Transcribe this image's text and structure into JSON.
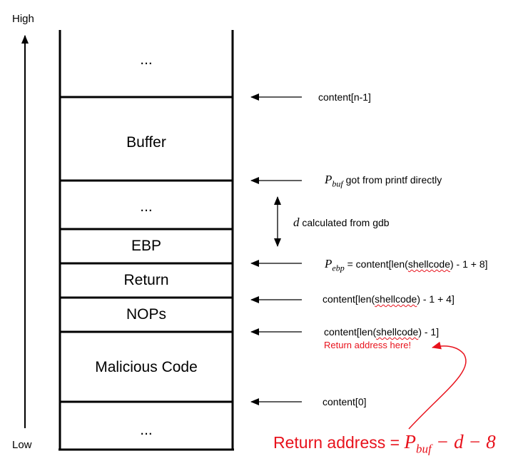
{
  "axis": {
    "high_label": "High",
    "low_label": "Low"
  },
  "stack_cells": [
    {
      "label": "..."
    },
    {
      "label": "Buffer"
    },
    {
      "label": "..."
    },
    {
      "label": "EBP"
    },
    {
      "label": "Return"
    },
    {
      "label": "NOPs"
    },
    {
      "label": "Malicious Code"
    },
    {
      "label": "..."
    }
  ],
  "annotations": {
    "content_n1": "content[n-1]",
    "p_buf_symbol": "P",
    "p_buf_sub": "buf",
    "p_buf_text": "got from printf directly",
    "d_symbol": "d",
    "d_text": "calculated from gdb",
    "p_ebp_symbol": "P",
    "p_ebp_sub": "ebp",
    "p_ebp_eq": "= content[len(",
    "p_ebp_word": "shellcode",
    "p_ebp_tail": ") - 1 + 8]",
    "ret_pre": "content[len(",
    "ret_word": "shellcode",
    "ret_tail": ") - 1 + 4]",
    "nops_pre": "content[len(",
    "nops_word": "shellcode",
    "nops_tail": ") - 1]",
    "return_here": "Return address here!",
    "content0": "content[0]"
  },
  "formula": {
    "prefix": "Return address = ",
    "p_symbol": "P",
    "p_sub": "buf",
    "rest": "− d − 8"
  },
  "colors": {
    "line": "#000000",
    "accent_red": "#e8121c"
  }
}
